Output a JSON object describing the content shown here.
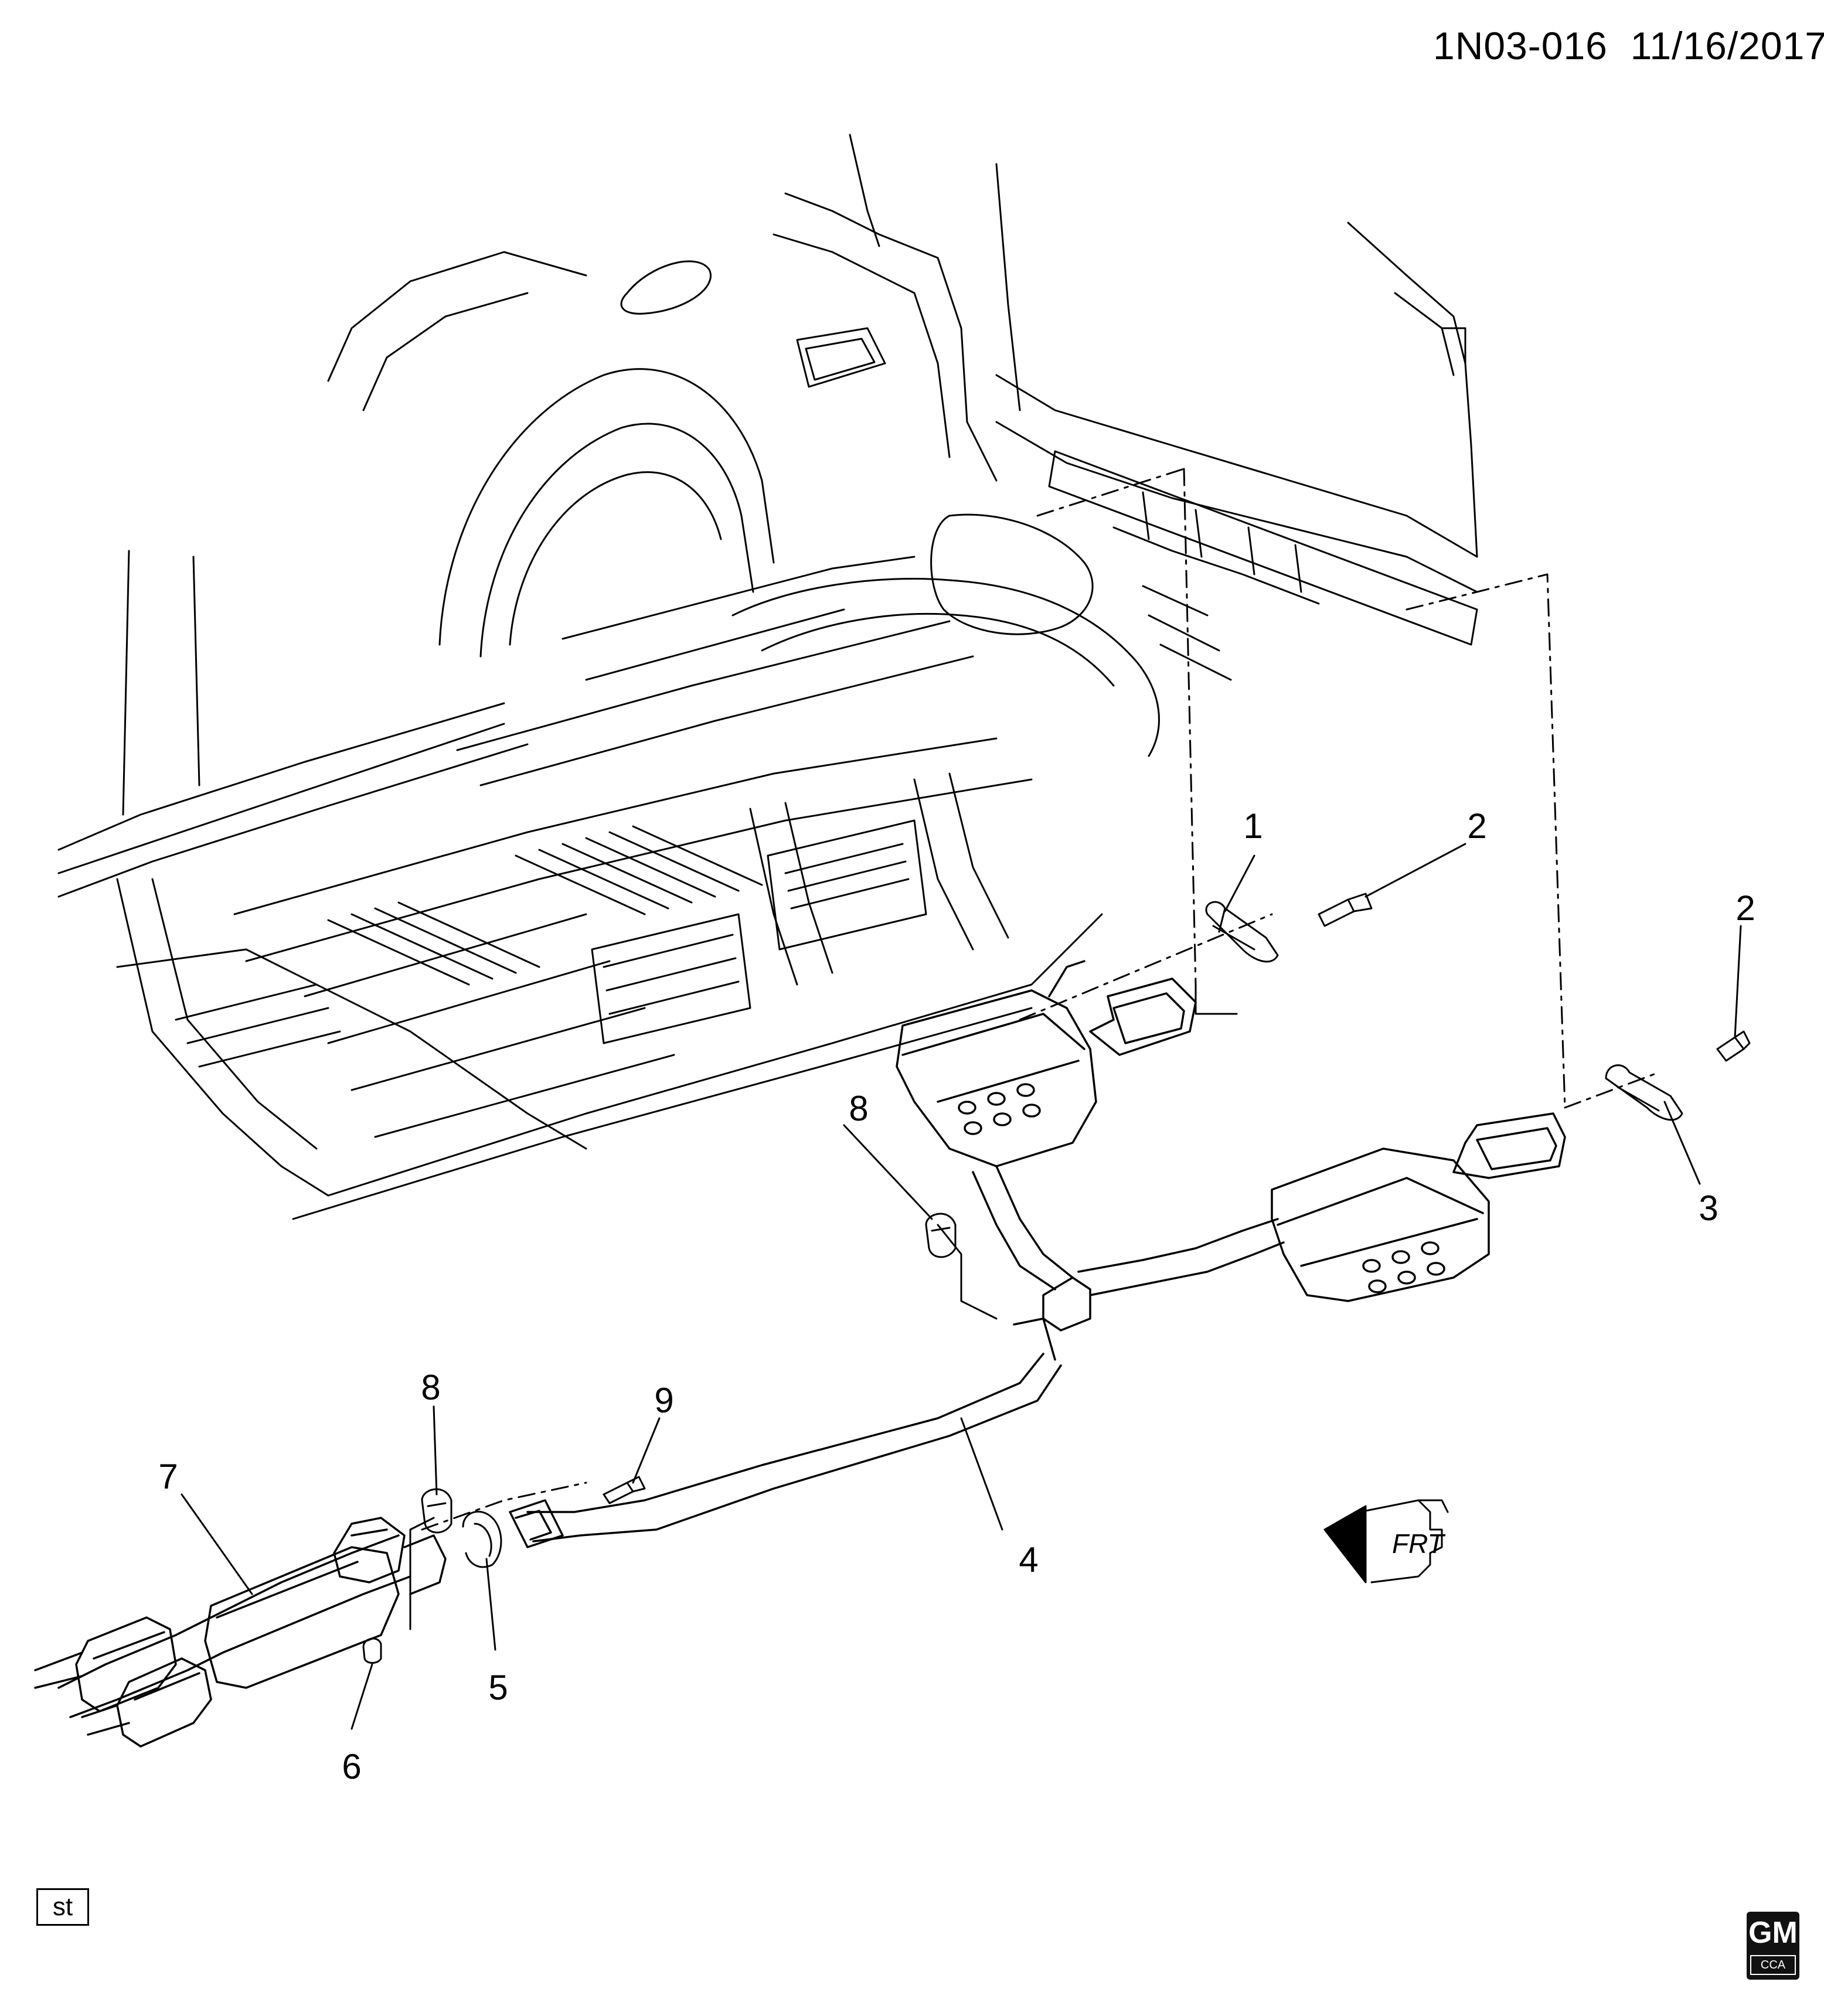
{
  "header": {
    "code": "1N03-016",
    "date": "11/16/2017"
  },
  "callouts": [
    "1",
    "2",
    "2",
    "3",
    "4",
    "5",
    "6",
    "7",
    "8",
    "8",
    "9"
  ],
  "direction": {
    "label": "FRT"
  },
  "footer": {
    "badge": "st",
    "logo_text": "GM",
    "logo_sub": "CCA"
  }
}
